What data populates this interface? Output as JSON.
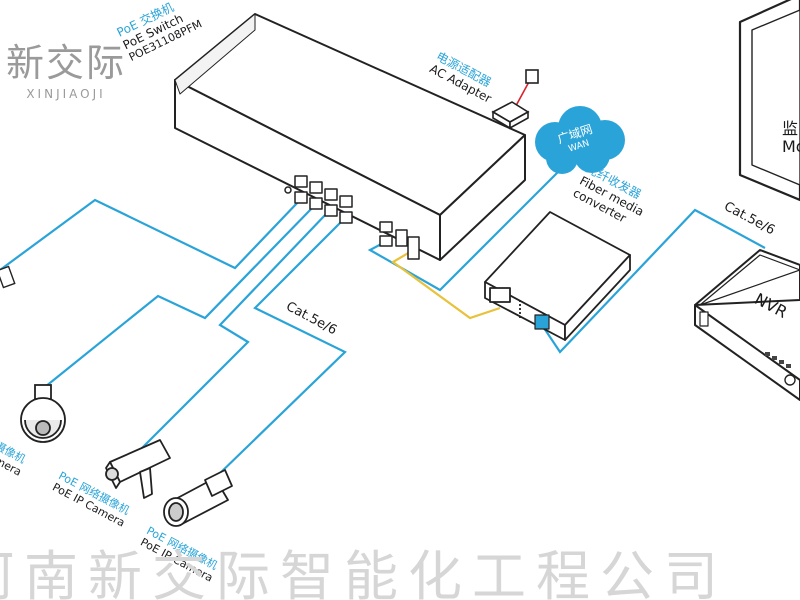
{
  "logo": {
    "title": "新交际",
    "subtitle": "XINJIAOJI"
  },
  "watermark": "河南新交际智能化工程公司",
  "switch": {
    "cn": "PoE 交换机",
    "en1": "PoE Switch",
    "en2": "POE31108PFM"
  },
  "adapter": {
    "cn": "电源适配器",
    "en": "AC Adapter"
  },
  "wan": {
    "cn": "广域网",
    "en": "WAN"
  },
  "fiber": {
    "cn": "光纤收发器",
    "en1": "Fiber media",
    "en2": "converter"
  },
  "cable_left": "Cat.5e/6",
  "cable_right": "Cat.5e/6",
  "monitor": {
    "cn": "监",
    "en": "Mo"
  },
  "nvr": {
    "en": "NVR"
  },
  "camera_dome": {
    "cn": "摄像机",
    "en": "amera"
  },
  "camera_bullet1": {
    "cn": "PoE 网络摄像机",
    "en": "PoE IP Camera"
  },
  "camera_bullet2": {
    "cn": "PoE 网络摄像机",
    "en": "PoE IP Camera"
  },
  "colors": {
    "ethernet": "#2aa4d8",
    "fiber": "#e8c23a",
    "power": "#d9232d",
    "outline": "#222222"
  }
}
